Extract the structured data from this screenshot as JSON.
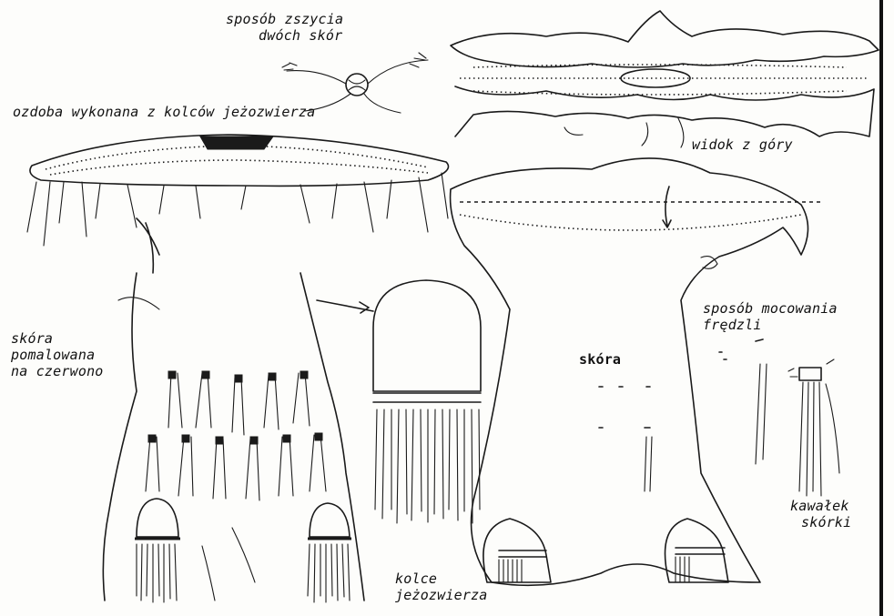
{
  "labels": {
    "sewing_method": "sposób zszycia\ndwóch skór",
    "porcupine_decoration": "ozdoba wykonana z kolców jeżozwierza",
    "top_view": "widok z góry",
    "fringe_attachment": "sposób mocowania\nfrędzli",
    "painted_skin": "skóra\npomalowana\nna czerwono",
    "skin": "skóra",
    "skin_piece": "kawałek\nskórki",
    "porcupine_quills": "kolce\njeżozwierza"
  }
}
